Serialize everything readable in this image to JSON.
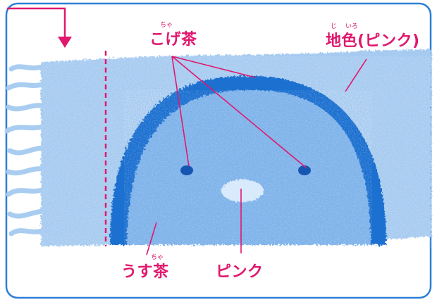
{
  "labels": {
    "koge_cha": "こげ茶",
    "koge_cha_ruby": "ちゃ",
    "jiiro": "地色(ピンク)",
    "jiiro_ruby_ji": "じ",
    "jiiro_ruby_iro": "いろ",
    "usu_cha": "うす茶",
    "usu_cha_ruby": "ちゃ",
    "pink": "ピンク"
  },
  "colors": {
    "frame": "#2c7fd6",
    "label": "#e0186e",
    "background_rug": "#9dc6ee",
    "dark_outline": "#1a66c4",
    "light_blue": "#d4e8fb"
  }
}
